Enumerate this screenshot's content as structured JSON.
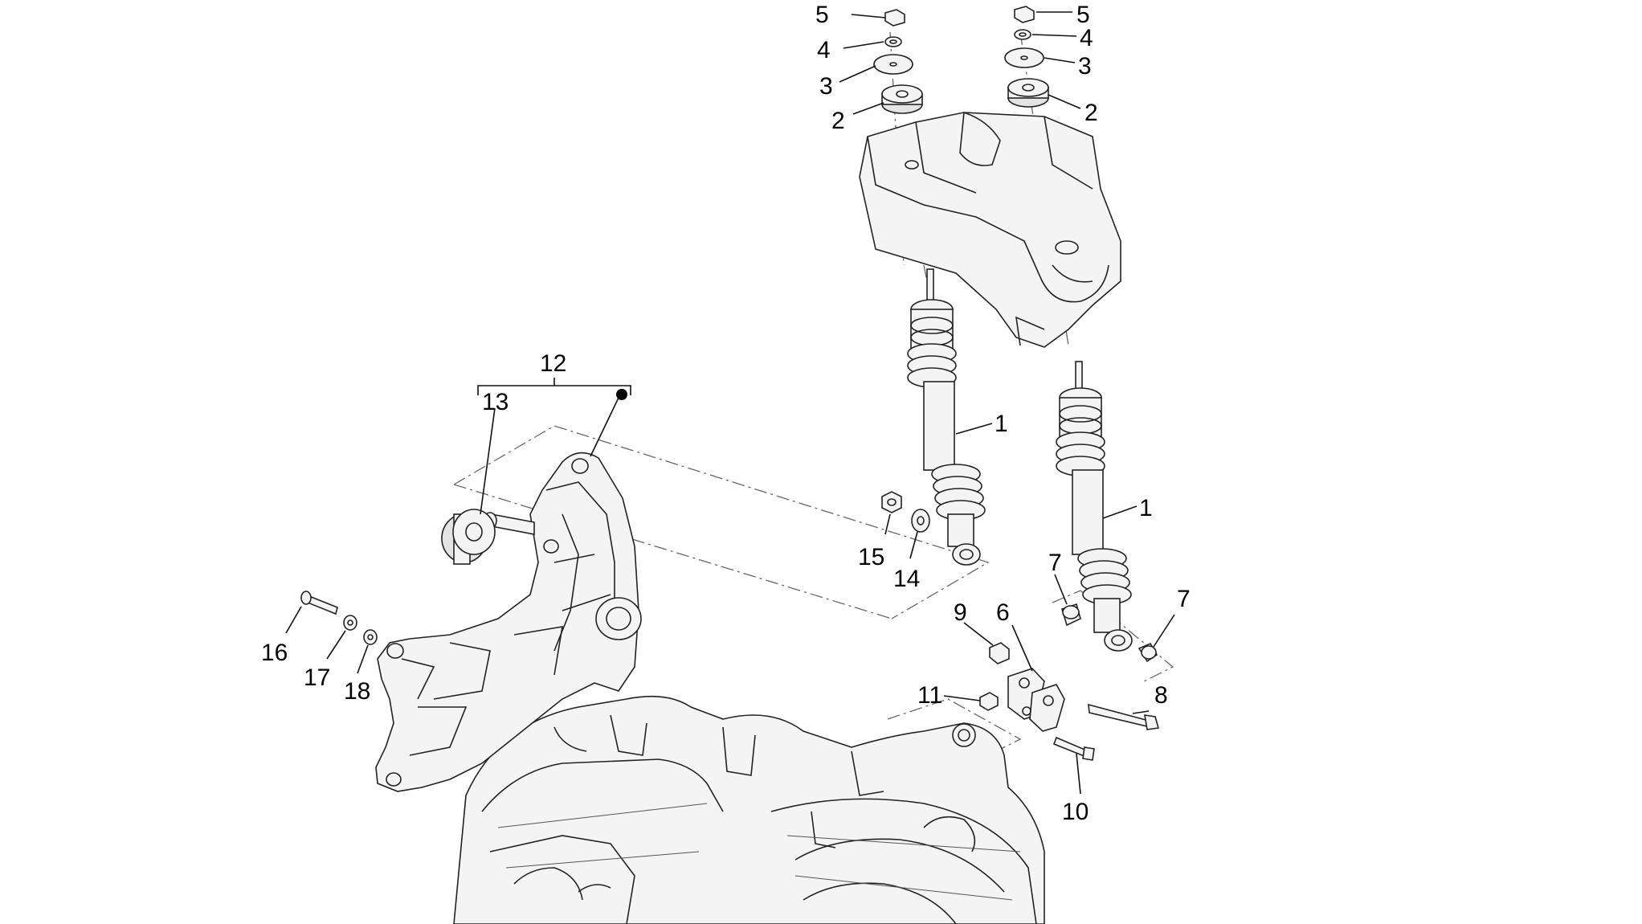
{
  "diagram": {
    "callouts": [
      {
        "id": "c1a",
        "text": "1"
      },
      {
        "id": "c1b",
        "text": "1"
      },
      {
        "id": "c2a",
        "text": "2"
      },
      {
        "id": "c2b",
        "text": "2"
      },
      {
        "id": "c3a",
        "text": "3"
      },
      {
        "id": "c3b",
        "text": "3"
      },
      {
        "id": "c4a",
        "text": "4"
      },
      {
        "id": "c4b",
        "text": "4"
      },
      {
        "id": "c5a",
        "text": "5"
      },
      {
        "id": "c5b",
        "text": "5"
      },
      {
        "id": "c6",
        "text": "6"
      },
      {
        "id": "c7a",
        "text": "7"
      },
      {
        "id": "c7b",
        "text": "7"
      },
      {
        "id": "c8",
        "text": "8"
      },
      {
        "id": "c9",
        "text": "9"
      },
      {
        "id": "c10",
        "text": "10"
      },
      {
        "id": "c11",
        "text": "11"
      },
      {
        "id": "c12",
        "text": "12"
      },
      {
        "id": "c13",
        "text": "13"
      },
      {
        "id": "c14",
        "text": "14"
      },
      {
        "id": "c15",
        "text": "15"
      },
      {
        "id": "c16",
        "text": "16"
      },
      {
        "id": "c17",
        "text": "17"
      },
      {
        "id": "c18",
        "text": "18"
      }
    ],
    "colors": {
      "line": "#222222",
      "fill": "#f4f4f4",
      "background": "#ffffff"
    }
  }
}
